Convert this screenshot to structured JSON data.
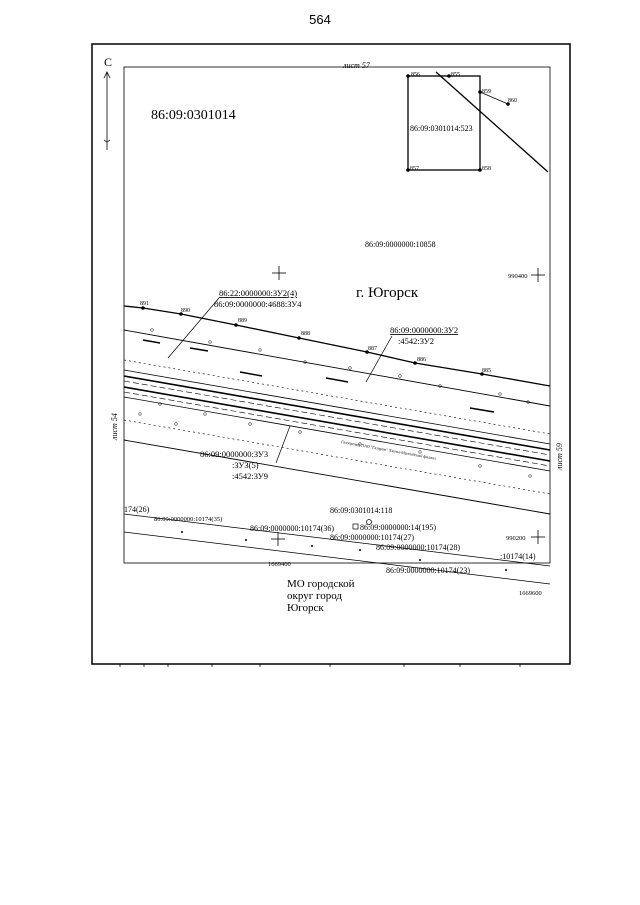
{
  "page_number": "564",
  "north": "С",
  "sheets": {
    "top": "лист 57",
    "left": "лист 54",
    "right": "лист 59"
  },
  "parcels": {
    "main_block": "86:09:0301014",
    "parcel_523": "86:09:0301014:523",
    "parcel_10858": "86:09:0000000:10858",
    "zu2_4": "86:22:0000000:ЗУ2(4)",
    "zu4": "86:09:0000000:4688:ЗУ4",
    "zu2": "86:09:0000000:ЗУ2",
    "zu2_b": ":4542:ЗУ2",
    "zu3": "86:09:0000000:ЗУ3",
    "zu3_5": ":ЗУ3(5)",
    "zu9": ":4542:ЗУ9",
    "p118": "86:09:0301014:118",
    "p14_195": "86:09:0000000:14(195)",
    "p10174_36": "86:09:0000000:10174(36)",
    "p10174_27": "86:09:0000000:10174(27)",
    "p10174_28": "86:09:0000000:10174(28)",
    "p10174_14": ":10174(14)",
    "p10174_23": "86:09:0000000:10174(23)",
    "p174_26": "174(26)",
    "p10174_35": "86:09:0000000:10174(35)"
  },
  "city": "г. Югорск",
  "municipality": [
    "МО городской",
    "округ город",
    "Югорск"
  ],
  "pipeline": "Газопровод ПАО \"Газпром\" Ханты-Мансийский филиал",
  "coords": {
    "c990400": "990400",
    "c990200": "990200",
    "c1669400": "1669400",
    "c1669600": "1669600"
  },
  "points": {
    "p856": "856",
    "p855": "855",
    "p859": "859",
    "p860": "860",
    "p857": "857",
    "p858": "858",
    "p891": "891",
    "p890": "890",
    "p889": "889",
    "p888": "888",
    "p887": "887",
    "p886": "886",
    "p885": "885"
  }
}
